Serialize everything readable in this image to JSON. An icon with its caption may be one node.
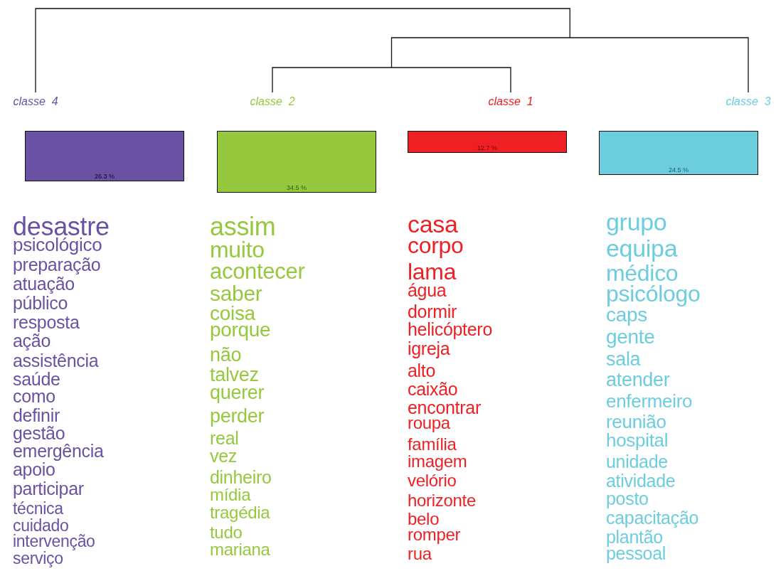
{
  "diagram": {
    "nodes": [
      {
        "text": [
          "classe  4"
        ]
      },
      {
        "text": [
          "classe  2"
        ]
      },
      {
        "text": [
          "classe  1"
        ]
      },
      {
        "text": [
          "classe  3"
        ]
      },
      {
        "text": [
          "26.3 %"
        ],
        "beside": [
          "desastre",
          "psicológico",
          "preparação",
          "atuação",
          "público",
          "resposta",
          "ação",
          "assistência",
          "saúde",
          "como",
          "definir",
          "gestão",
          "emergência",
          "apoio",
          "participar",
          "técnica",
          "cuidado",
          "intervenção",
          "serviço"
        ]
      },
      {
        "text": [
          "34.5 %"
        ],
        "beside": [
          "assim",
          "muito",
          "acontecer",
          "saber",
          "coisa",
          "porque",
          "não",
          "talvez",
          "querer",
          "perder",
          "real",
          "vez",
          "dinheiro",
          "mídia",
          "tragédia",
          "tudo",
          "mariana"
        ]
      },
      {
        "text": [
          "12.7 %"
        ],
        "beside": [
          "casa",
          "corpo",
          "lama",
          "água",
          "dormir",
          "helicóptero",
          "igreja",
          "alto",
          "caixão",
          "encontrar",
          "roupa",
          "família",
          "imagem",
          "velório",
          "horizonte",
          "belo",
          "romper",
          "rua"
        ]
      },
      {
        "text": [
          "24.5 %"
        ],
        "beside": [
          "grupo",
          "equipa",
          "médico",
          "psicólogo",
          "caps",
          "gente",
          "sala",
          "atender",
          "enfermeiro",
          "reunião",
          "hospital",
          "unidade",
          "atividade",
          "posto",
          "capacitação",
          "plantão",
          "pessoal"
        ]
      }
    ]
  }
}
